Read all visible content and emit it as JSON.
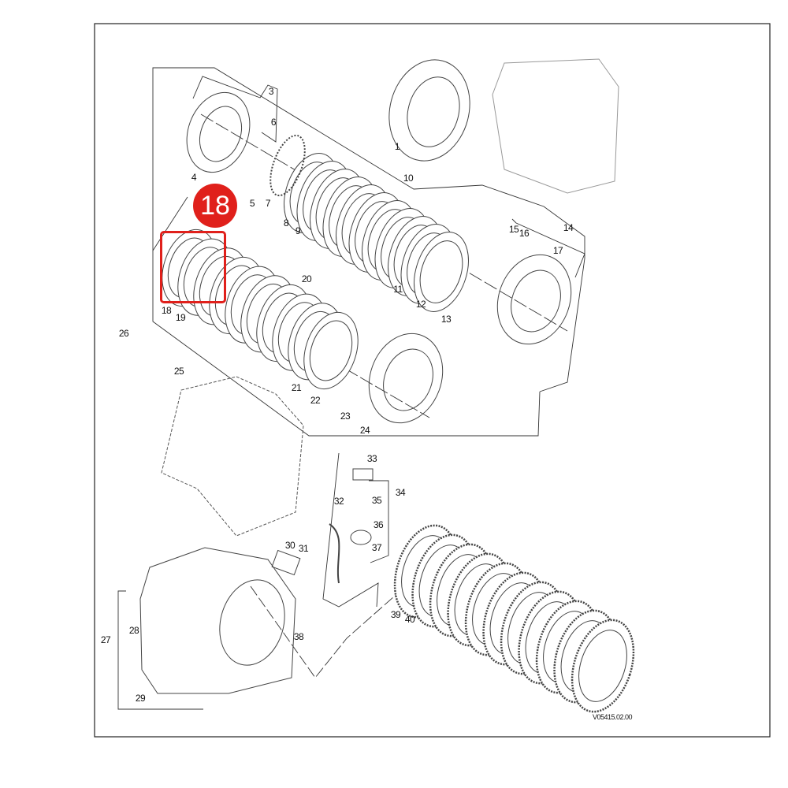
{
  "callout": {
    "label": "18",
    "color": "#e0201b"
  },
  "drawing_code": "V05415.02.00",
  "labels": {
    "p1": "1",
    "p3": "3",
    "p4": "4",
    "p5": "5",
    "p6": "6",
    "p7": "7",
    "p8": "8",
    "p9": "9",
    "p10": "10",
    "p11": "11",
    "p12": "12",
    "p13": "13",
    "p14": "14",
    "p15": "15",
    "p16": "16",
    "p17": "17",
    "p18": "18",
    "p19": "19",
    "p20": "20",
    "p21": "21",
    "p22": "22",
    "p23": "23",
    "p24": "24",
    "p25": "25",
    "p26": "26",
    "p27": "27",
    "p28": "28",
    "p29": "29",
    "p30": "30",
    "p31": "31",
    "p32": "32",
    "p33": "33",
    "p34": "34",
    "p35": "35",
    "p36": "36",
    "p37": "37",
    "p38": "38",
    "p39": "39",
    "p40": "40"
  }
}
